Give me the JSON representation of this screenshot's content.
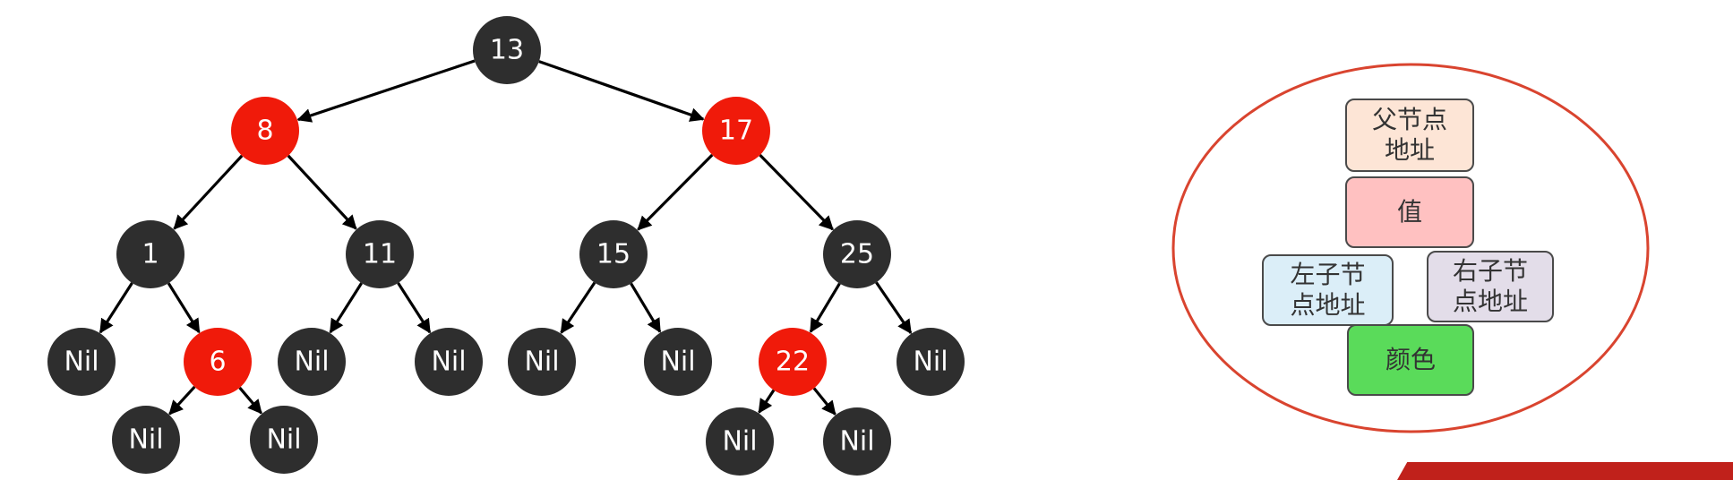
{
  "tree": {
    "colors": {
      "red": "#f01a0a",
      "black": "#2e2e2e"
    },
    "nodes": [
      {
        "id": "n13",
        "label": "13",
        "color": "black"
      },
      {
        "id": "n8",
        "label": "8",
        "color": "red"
      },
      {
        "id": "n17",
        "label": "17",
        "color": "red"
      },
      {
        "id": "n1",
        "label": "1",
        "color": "black"
      },
      {
        "id": "n11",
        "label": "11",
        "color": "black"
      },
      {
        "id": "n15",
        "label": "15",
        "color": "black"
      },
      {
        "id": "n25",
        "label": "25",
        "color": "black"
      },
      {
        "id": "nil1",
        "label": "Nil",
        "color": "black"
      },
      {
        "id": "n6",
        "label": "6",
        "color": "red"
      },
      {
        "id": "nil2",
        "label": "Nil",
        "color": "black"
      },
      {
        "id": "nil3",
        "label": "Nil",
        "color": "black"
      },
      {
        "id": "nil4",
        "label": "Nil",
        "color": "black"
      },
      {
        "id": "nil5",
        "label": "Nil",
        "color": "black"
      },
      {
        "id": "n22",
        "label": "22",
        "color": "red"
      },
      {
        "id": "nil6",
        "label": "Nil",
        "color": "black"
      },
      {
        "id": "nil7",
        "label": "Nil",
        "color": "black"
      },
      {
        "id": "nil8",
        "label": "Nil",
        "color": "black"
      },
      {
        "id": "nil9",
        "label": "Nil",
        "color": "black"
      },
      {
        "id": "nil10",
        "label": "Nil",
        "color": "black"
      }
    ],
    "edges": [
      [
        "n13",
        "n8"
      ],
      [
        "n13",
        "n17"
      ],
      [
        "n8",
        "n1"
      ],
      [
        "n8",
        "n11"
      ],
      [
        "n17",
        "n15"
      ],
      [
        "n17",
        "n25"
      ],
      [
        "n1",
        "nil1"
      ],
      [
        "n1",
        "n6"
      ],
      [
        "n11",
        "nil2"
      ],
      [
        "n11",
        "nil3"
      ],
      [
        "n15",
        "nil4"
      ],
      [
        "n15",
        "nil5"
      ],
      [
        "n25",
        "n22"
      ],
      [
        "n25",
        "nil6"
      ],
      [
        "n6",
        "nil7"
      ],
      [
        "n6",
        "nil8"
      ],
      [
        "n22",
        "nil9"
      ],
      [
        "n22",
        "nil10"
      ]
    ]
  },
  "node_structure": {
    "outline_color": "#d9442f",
    "fields": {
      "parent": {
        "label": "父节点\n地址",
        "color": "#fde5d6"
      },
      "value": {
        "label": "值",
        "color": "#ffc1c1"
      },
      "left": {
        "label": "左子节\n点地址",
        "color": "#dbeef8"
      },
      "right": {
        "label": "右子节\n点地址",
        "color": "#e3dde9"
      },
      "color": {
        "label": "颜色",
        "color": "#5adb5a"
      }
    }
  }
}
